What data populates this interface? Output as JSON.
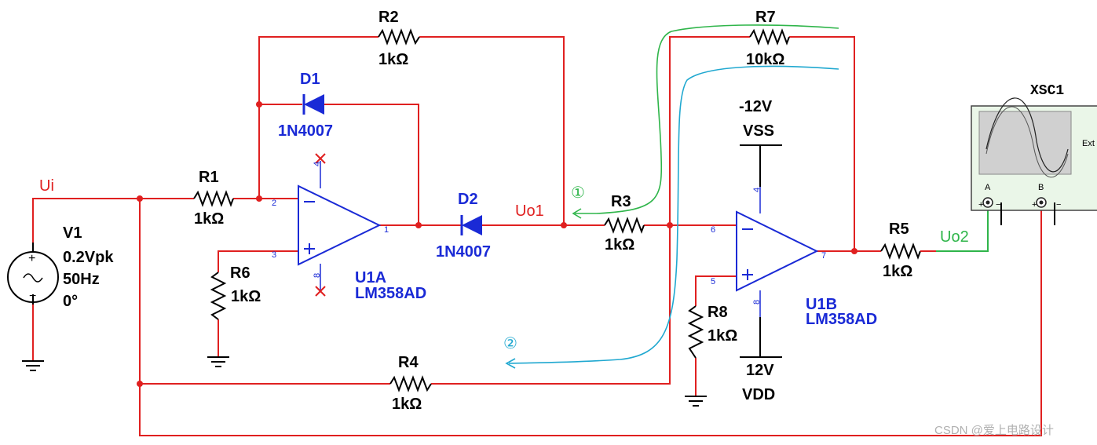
{
  "components": {
    "r1": {
      "name": "R1",
      "value": "1kΩ"
    },
    "r2": {
      "name": "R2",
      "value": "1kΩ"
    },
    "r3": {
      "name": "R3",
      "value": "1kΩ"
    },
    "r4": {
      "name": "R4",
      "value": "1kΩ"
    },
    "r5": {
      "name": "R5",
      "value": "1kΩ"
    },
    "r6": {
      "name": "R6",
      "value": "1kΩ"
    },
    "r7": {
      "name": "R7",
      "value": "10kΩ"
    },
    "r8": {
      "name": "R8",
      "value": "1kΩ"
    },
    "d1": {
      "name": "D1",
      "model": "1N4007"
    },
    "d2": {
      "name": "D2",
      "model": "1N4007"
    },
    "v1": {
      "name": "V1",
      "amplitude": "0.2Vpk",
      "frequency": "50Hz",
      "phase": "0°"
    },
    "u1a": {
      "name": "U1A",
      "model": "LM358AD",
      "pins": {
        "inv": "2",
        "noninv": "3",
        "out": "1",
        "top": "4",
        "bottom": "8"
      }
    },
    "u1b": {
      "name": "U1B",
      "model": "LM358AD",
      "pins": {
        "inv": "6",
        "noninv": "5",
        "out": "7",
        "top": "4",
        "bottom": "8"
      }
    },
    "vss": {
      "voltage": "-12V",
      "name": "VSS"
    },
    "vdd": {
      "voltage": "12V",
      "name": "VDD"
    },
    "xsc1": {
      "name": "XSC1",
      "ext_label": "Ext",
      "channel_a": "A",
      "channel_b": "B"
    }
  },
  "nets": {
    "ui": "Ui",
    "uo1": "Uo1",
    "uo2": "Uo2"
  },
  "annotations": {
    "path1": "①",
    "path2": "②"
  },
  "colors": {
    "wire": "#e02020",
    "component": "#1a2ad6",
    "annotation1": "#2fb54a",
    "annotation2": "#20a8d0"
  },
  "watermark": "CSDN @爱上电路设计"
}
